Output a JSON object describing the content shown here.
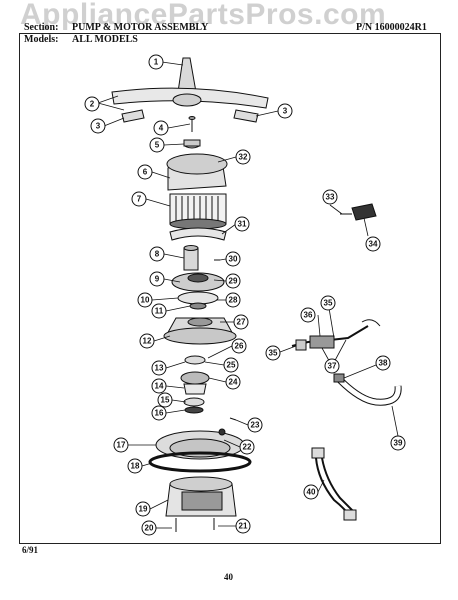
{
  "header": {
    "section_label": "Section:",
    "section_name": "PUMP & MOTOR ASSEMBLY",
    "part_number": "P/N 16000024R1",
    "models_label": "Models:",
    "models_value": "ALL MODELS"
  },
  "watermark": "AppliancePartsPros.com",
  "footer": {
    "date": "6/91",
    "page": "40"
  },
  "callouts": [
    "1",
    "2",
    "3",
    "3",
    "4",
    "5",
    "32",
    "6",
    "7",
    "33",
    "34",
    "31",
    "8",
    "30",
    "9",
    "29",
    "10",
    "28",
    "11",
    "27",
    "12",
    "26",
    "13",
    "25",
    "24",
    "14",
    "15",
    "16",
    "23",
    "17",
    "22",
    "18",
    "19",
    "20",
    "21",
    "35",
    "36",
    "35",
    "37",
    "38",
    "39",
    "40"
  ],
  "colors": {
    "ink": "#111111",
    "watermark": "#969696",
    "paper": "#ffffff"
  }
}
